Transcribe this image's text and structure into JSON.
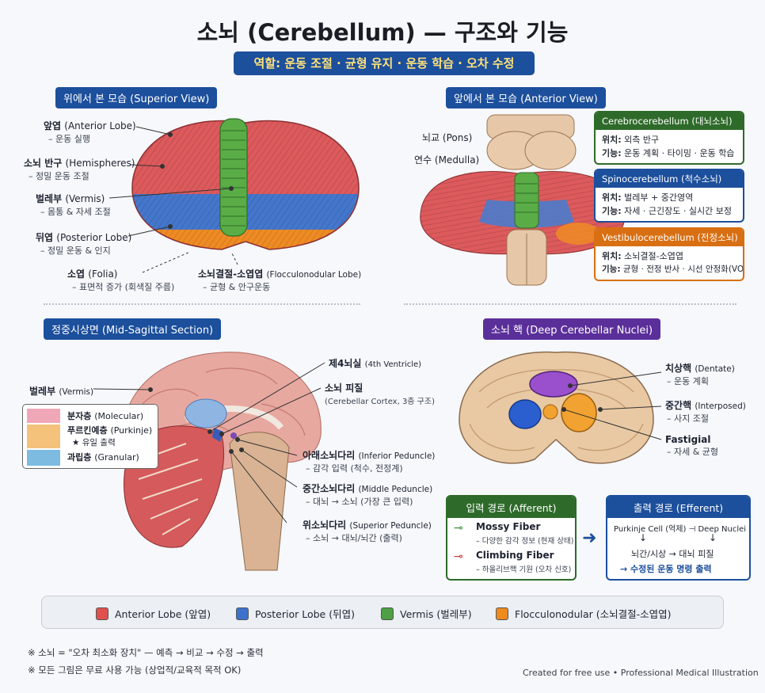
{
  "title": "소뇌 (Cerebellum) — 구조와 기능",
  "role": "역할: 운동 조절 · 균형 유지 · 운동 학습 · 오차 수정",
  "superior": {
    "header": "위에서 본 모습 (Superior View)",
    "anterior_lobe": {
      "name": "앞엽",
      "en": "(Anterior Lobe)",
      "desc": "– 운동 실행"
    },
    "hemispheres": {
      "name": "소뇌 반구",
      "en": "(Hemispheres)",
      "desc": "– 정밀 운동 조절"
    },
    "vermis": {
      "name": "벌레부",
      "en": "(Vermis)",
      "desc": "– 몸통 & 자세 조절"
    },
    "posterior_lobe": {
      "name": "뒤엽",
      "en": "(Posterior Lobe)",
      "desc": "– 정밀 운동 & 인지"
    },
    "folia": {
      "name": "소엽",
      "en": "(Folia)",
      "desc": "– 표면적 증가 (회색질 주름)"
    },
    "flocculonodular": {
      "name": "소뇌결절-소엽엽",
      "en": "(Flocculonodular Lobe)",
      "desc": "– 균형 & 안구운동"
    }
  },
  "anterior": {
    "header": "앞에서 본 모습 (Anterior View)",
    "pons": "뇌교 (Pons)",
    "medulla": "연수 (Medulla)",
    "boxes": [
      {
        "title": "Cerebrocerebellum (대뇌소뇌)",
        "loc_label": "위치:",
        "loc": "외측 반구",
        "fn_label": "기능:",
        "fn": "운동 계획 · 타이밍 · 운동 학습"
      },
      {
        "title": "Spinocerebellum (척수소뇌)",
        "loc_label": "위치:",
        "loc": "벌레부 + 중간영역",
        "fn_label": "기능:",
        "fn": "자세 · 근긴장도 · 실시간 보정"
      },
      {
        "title": "Vestibulocerebellum (전정소뇌)",
        "loc_label": "위치:",
        "loc": "소뇌결절-소엽엽",
        "fn_label": "기능:",
        "fn": "균형 · 전정 반사 · 시선 안정화(VOR)"
      }
    ]
  },
  "sagittal": {
    "header": "정중시상면 (Mid-Sagittal Section)",
    "vermis": {
      "name": "벌레부",
      "en": "(Vermis)"
    },
    "layers": [
      {
        "name": "분자층",
        "en": "(Molecular)"
      },
      {
        "name": "푸르킨예층",
        "en": "(Purkinje)"
      },
      {
        "name": "★ 유일 출력",
        "en": ""
      },
      {
        "name": "과립층",
        "en": "(Granular)"
      }
    ],
    "ventricle": {
      "name": "제4뇌실",
      "en": "(4th Ventricle)"
    },
    "cortex": {
      "name": "소뇌 피질",
      "en": "(Cerebellar Cortex, 3층 구조)"
    },
    "inferior": {
      "name": "아래소뇌다리",
      "en": "(Inferior Peduncle)",
      "desc": "– 감각 입력 (척수, 전정계)"
    },
    "middle": {
      "name": "중간소뇌다리",
      "en": "(Middle Peduncle)",
      "desc": "– 대뇌 → 소뇌 (가장 큰 입력)"
    },
    "superior": {
      "name": "위소뇌다리",
      "en": "(Superior Peduncle)",
      "desc": "– 소뇌 → 대뇌/뇌간 (출력)"
    }
  },
  "nuclei": {
    "header": "소뇌 핵 (Deep Cerebellar Nuclei)",
    "dentate": {
      "name": "치상핵",
      "en": "(Dentate)",
      "desc": "– 운동 계획"
    },
    "interposed": {
      "name": "중간핵",
      "en": "(Interposed)",
      "desc": "– 사지 조절"
    },
    "fastigial": {
      "name": "Fastigial",
      "en": "",
      "desc": "– 자세 & 균형"
    }
  },
  "afferent": {
    "header": "입력 경로 (Afferent)",
    "mossy": "Mossy Fiber",
    "mossy_desc": "– 다양한 감각 정보 (현재 상태)",
    "climbing": "Climbing Fiber",
    "climbing_desc": "– 하올리브핵 기원 (오차 신호)"
  },
  "efferent": {
    "header": "출력 경로 (Efferent)",
    "line1_a": "Purkinje Cell (억제)",
    "line1_b": "Deep Nuclei",
    "line2_a": "뇌간/시상",
    "line2_b": "대뇌 피질",
    "line3": "→ 수정된 운동 명령 출력"
  },
  "legend": [
    {
      "label": "Anterior Lobe (앞엽)",
      "color": "#e0504f"
    },
    {
      "label": "Posterior Lobe (뒤엽)",
      "color": "#3d72cc"
    },
    {
      "label": "Vermis (벌레부)",
      "color": "#4da043"
    },
    {
      "label": "Flocculonodular (소뇌결절-소엽엽)",
      "color": "#ef8a1e"
    }
  ],
  "notes": [
    "※ 소뇌 = \"오차 최소화 장치\" — 예측 → 비교 → 수정 → 출력",
    "※ 모든 그림은 무료 사용 가능 (상업적/교육적 목적 OK)"
  ],
  "credit": "Created for free use • Professional Medical Illustration"
}
